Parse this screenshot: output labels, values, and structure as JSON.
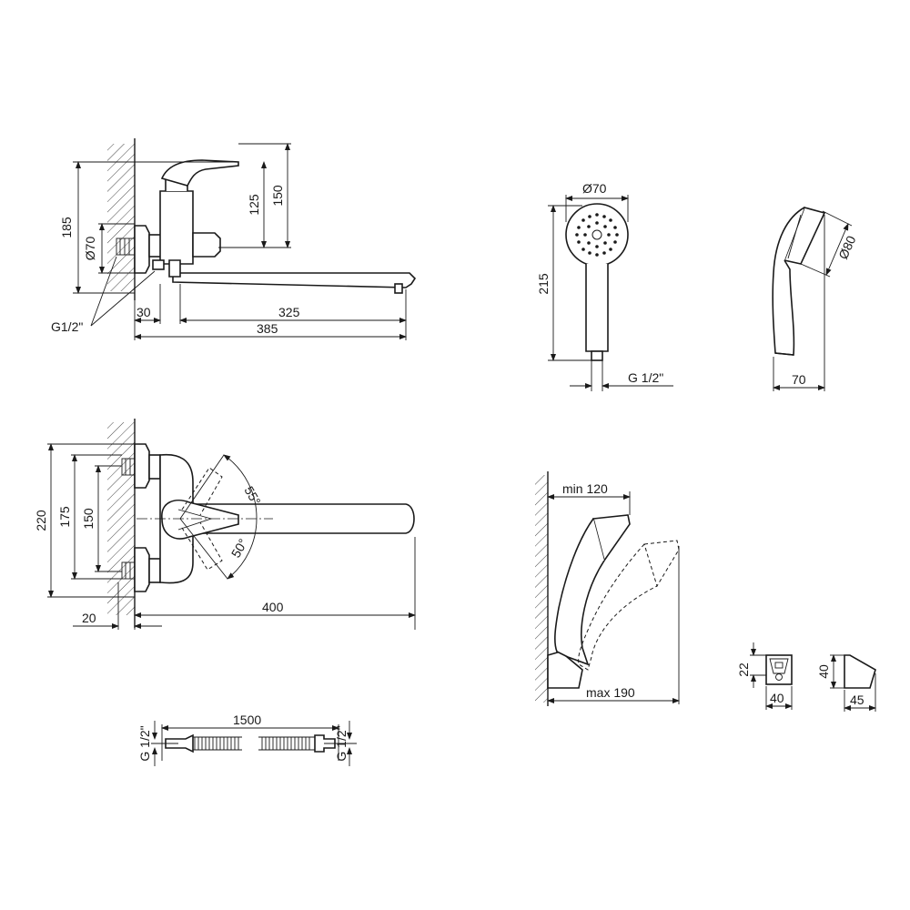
{
  "dimensions": {
    "side_view": {
      "d185": "185",
      "d70": "Ø70",
      "d125": "125",
      "d150": "150",
      "thread": "G1/2\"",
      "d30": "30",
      "d325": "325",
      "d385": "385"
    },
    "top_view": {
      "d220": "220",
      "d175": "175",
      "d150": "150",
      "angle55": "55°",
      "angle50": "50°",
      "d20": "20",
      "d400": "400"
    },
    "hand_shower": {
      "d70": "Ø70",
      "d215": "215",
      "thread": "G 1/2\"",
      "d80": "Ø80",
      "d70_side": "70"
    },
    "holder_reach": {
      "min": "min 120",
      "max": "max 190"
    },
    "holder": {
      "d22": "22",
      "d40w": "40",
      "d40h": "40",
      "d45": "45"
    },
    "hose": {
      "thread_left": "G 1/2\"",
      "length": "1500",
      "thread_right": "G 1/2\""
    }
  }
}
